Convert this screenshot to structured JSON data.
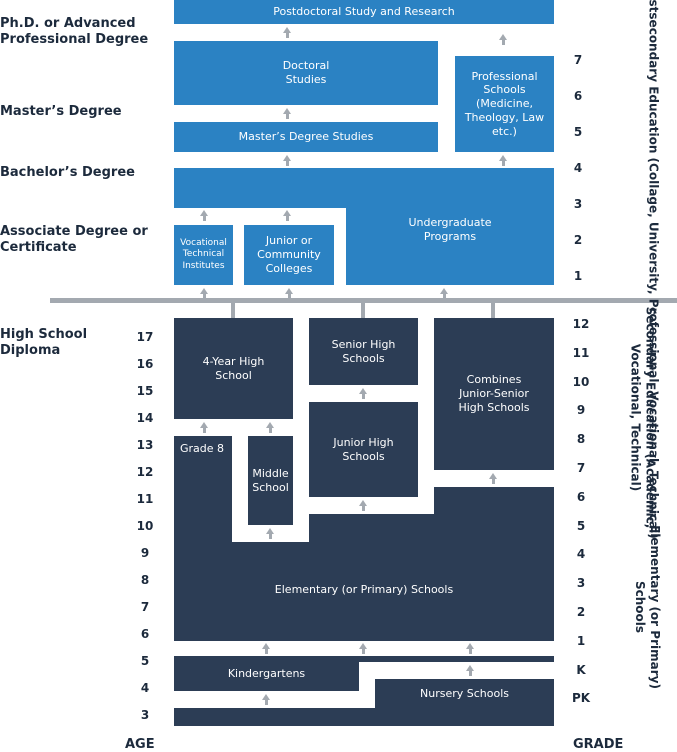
{
  "left_labels": {
    "phd": "Ph.D. or Advanced Professional Degree",
    "masters": "Master’s Degree",
    "bachelors": "Bachelor’s Degree",
    "associate": "Associate Degree or Certificate",
    "high_school": "High School Diploma"
  },
  "boxes": {
    "postdoctoral": "Postdoctoral Study and Research",
    "doctoral": "Doctoral Studies",
    "professional": "Professional Schools (Medicine, Theology, Law etc.)",
    "masters_studies": "Master’s Degree Studies",
    "undergraduate": "Undergraduate Programs",
    "vocational": "Vocational Technical Institutes",
    "junior_college": "Junior or Community Colleges",
    "four_year_hs": "4-Year High School",
    "senior_hs": "Senior High Schools",
    "combined_hs": "Combines Junior-Senior High Schools",
    "grade8": "Grade 8",
    "middle": "Middle School",
    "junior_hs": "Junior High Schools",
    "elementary": "Elementary (or Primary) Schools",
    "kindergartens": "Kindergartens",
    "nursery": "Nursery Schools"
  },
  "ages": [
    "17",
    "16",
    "15",
    "14",
    "13",
    "12",
    "11",
    "10",
    "9",
    "8",
    "7",
    "6",
    "5",
    "4",
    "3"
  ],
  "postsecondary_years": [
    "7",
    "6",
    "5",
    "4",
    "3",
    "2",
    "1"
  ],
  "grades": [
    "12",
    "11",
    "10",
    "9",
    "8",
    "7",
    "6",
    "5",
    "4",
    "3",
    "2",
    "1",
    "K",
    "PK"
  ],
  "side_labels": {
    "postsecondary": "Postsecondary Education (Collage, University, Professional, Vocational, Technical)",
    "secondary": "Secondary Education (Academic, Vocational, Technical)",
    "elementary": "Elementary (or Primary) Schools"
  },
  "axis": {
    "age": "AGE",
    "grade": "GRADE"
  },
  "colors": {
    "postsecondary": "#2b82c3",
    "school": "#2c3d55",
    "connector": "#a3a9b0"
  }
}
